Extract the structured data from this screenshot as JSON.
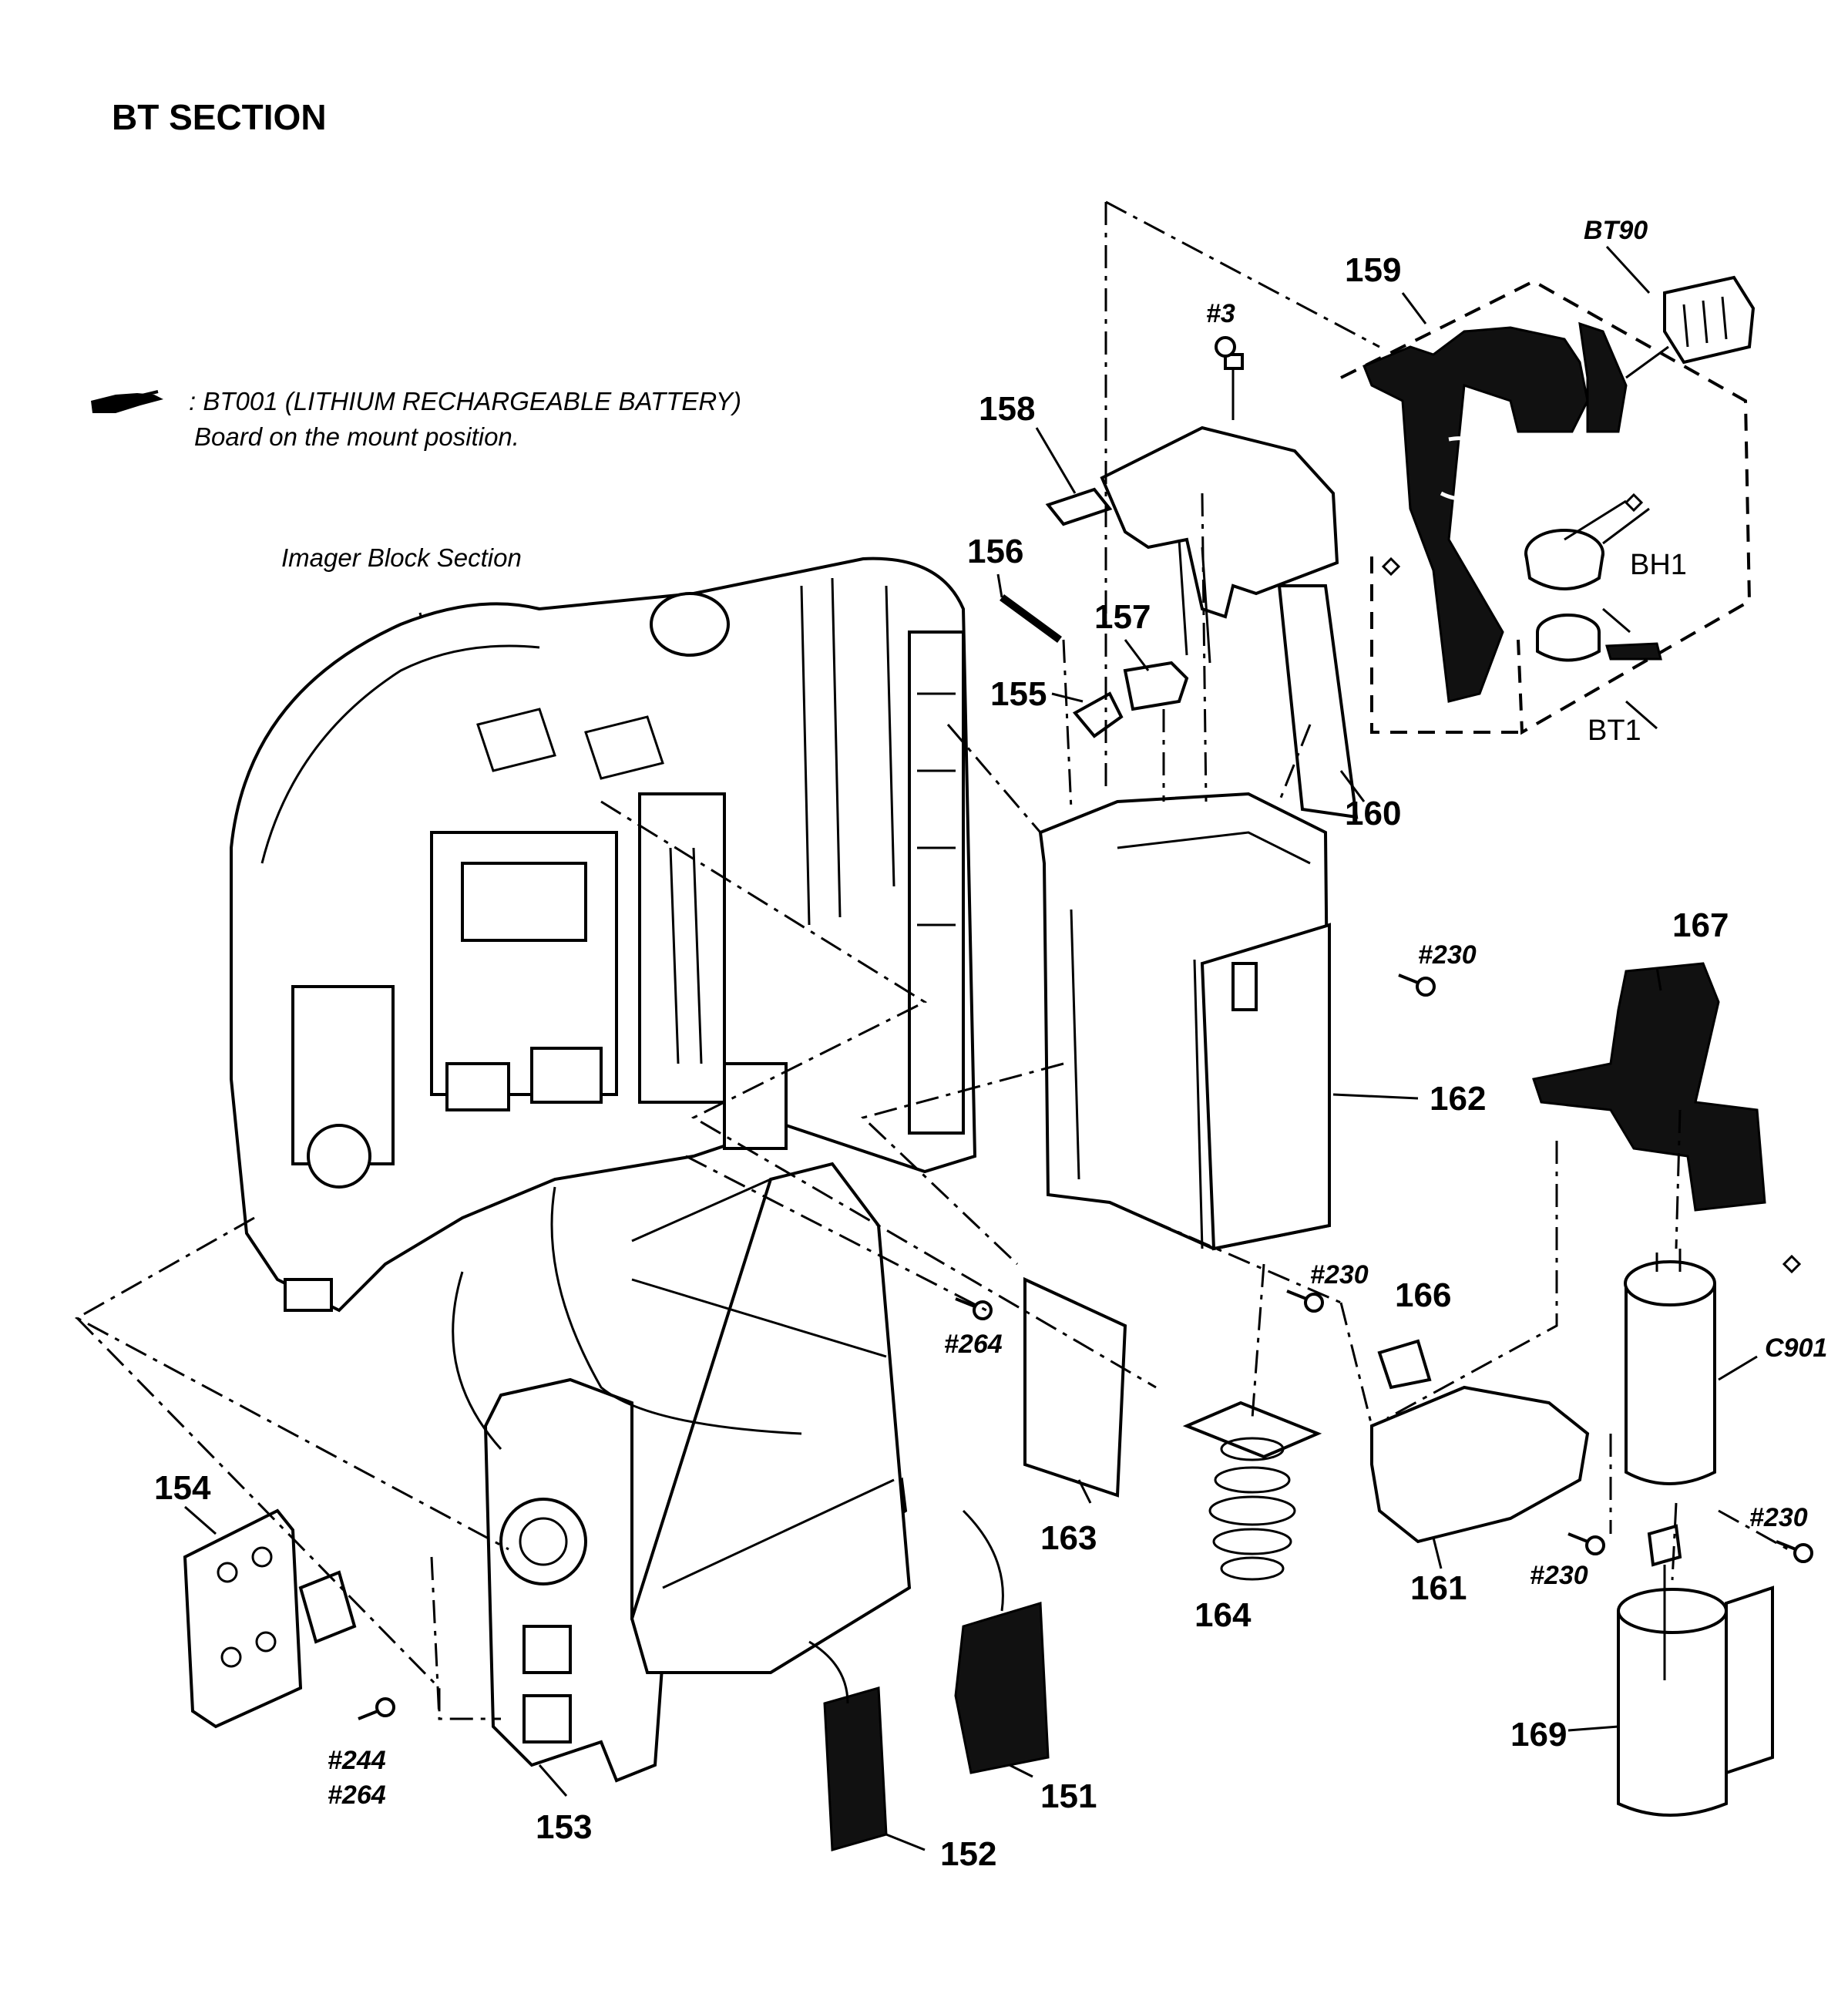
{
  "header": {
    "title": "BT SECTION"
  },
  "note": {
    "icon": "pointing-hand-icon",
    "line1": ": BT001 (LITHIUM RECHARGEABLE BATTERY)",
    "line2": "Board on the mount position."
  },
  "imager_label": "Imager Block Section",
  "parts": {
    "p151": "151",
    "p152": "152",
    "p153": "153",
    "p154": "154",
    "p155": "155",
    "p156": "156",
    "p157": "157",
    "p158": "158",
    "p159": "159",
    "p160": "160",
    "p161": "161",
    "p162": "162",
    "p163": "163",
    "p164": "164",
    "p166": "166",
    "p167": "167",
    "p169": "169",
    "bt90": "BT90",
    "bh1": "BH1",
    "bt1": "BT1",
    "c901": "C901"
  },
  "screws": {
    "s3": "#3",
    "s230a": "#230",
    "s230b": "#230",
    "s230c": "#230",
    "s230d": "#230",
    "s264a": "#264",
    "s244": "#244",
    "s264b": "#264"
  }
}
